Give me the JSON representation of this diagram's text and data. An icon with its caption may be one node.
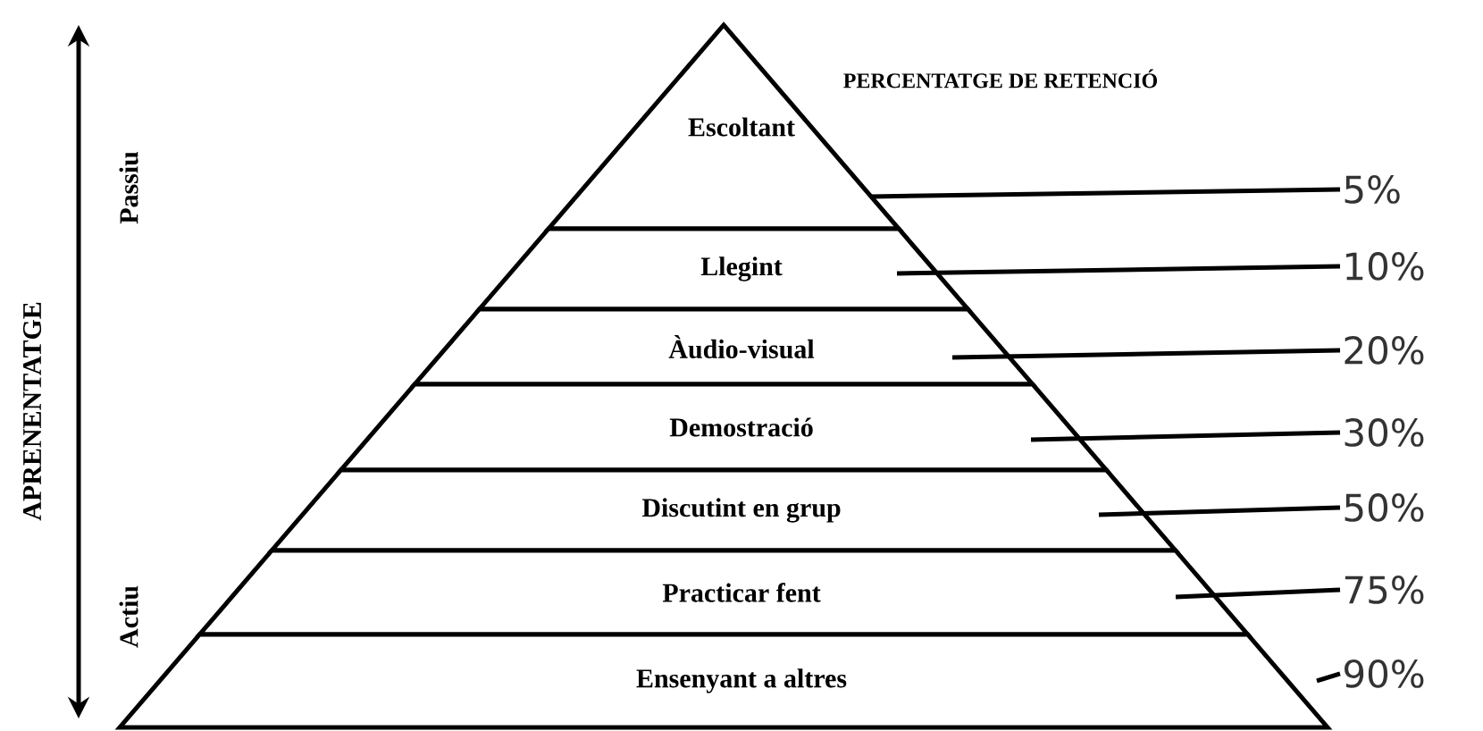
{
  "diagram": {
    "nodes": [
      {
        "text": [
          "Escoltant"
        ]
      },
      {
        "text": [
          "Llegint"
        ]
      },
      {
        "text": [
          "Àudio-visual"
        ]
      },
      {
        "text": [
          "Demostració"
        ]
      },
      {
        "text": [
          "Discutint en grup"
        ]
      },
      {
        "text": [
          "Practicar fent"
        ]
      },
      {
        "text": [
          "Ensenyant a altres"
        ]
      },
      {
        "text": [
          "5%"
        ]
      },
      {
        "text": [
          "10%"
        ]
      },
      {
        "text": [
          "20%"
        ]
      },
      {
        "text": [
          "30%"
        ]
      },
      {
        "text": [
          "50%"
        ]
      },
      {
        "text": [
          "75%"
        ]
      },
      {
        "text": [
          "90%"
        ]
      }
    ],
    "edges": [
      {
        "from": 7,
        "to": 0,
        "arrow": "none"
      },
      {
        "from": 8,
        "to": 1,
        "arrow": "none"
      },
      {
        "from": 9,
        "to": 2,
        "arrow": "none"
      },
      {
        "from": 10,
        "to": 3,
        "arrow": "none"
      },
      {
        "from": 11,
        "to": 4,
        "arrow": "none"
      },
      {
        "from": 12,
        "to": 5,
        "arrow": "none"
      },
      {
        "from": 13,
        "to": 6,
        "arrow": "none"
      }
    ],
    "labels": [
      "PERCENTATGE DE RETENCIÓ",
      "APRENENTATGE",
      "Passiu",
      "Actiu"
    ]
  }
}
